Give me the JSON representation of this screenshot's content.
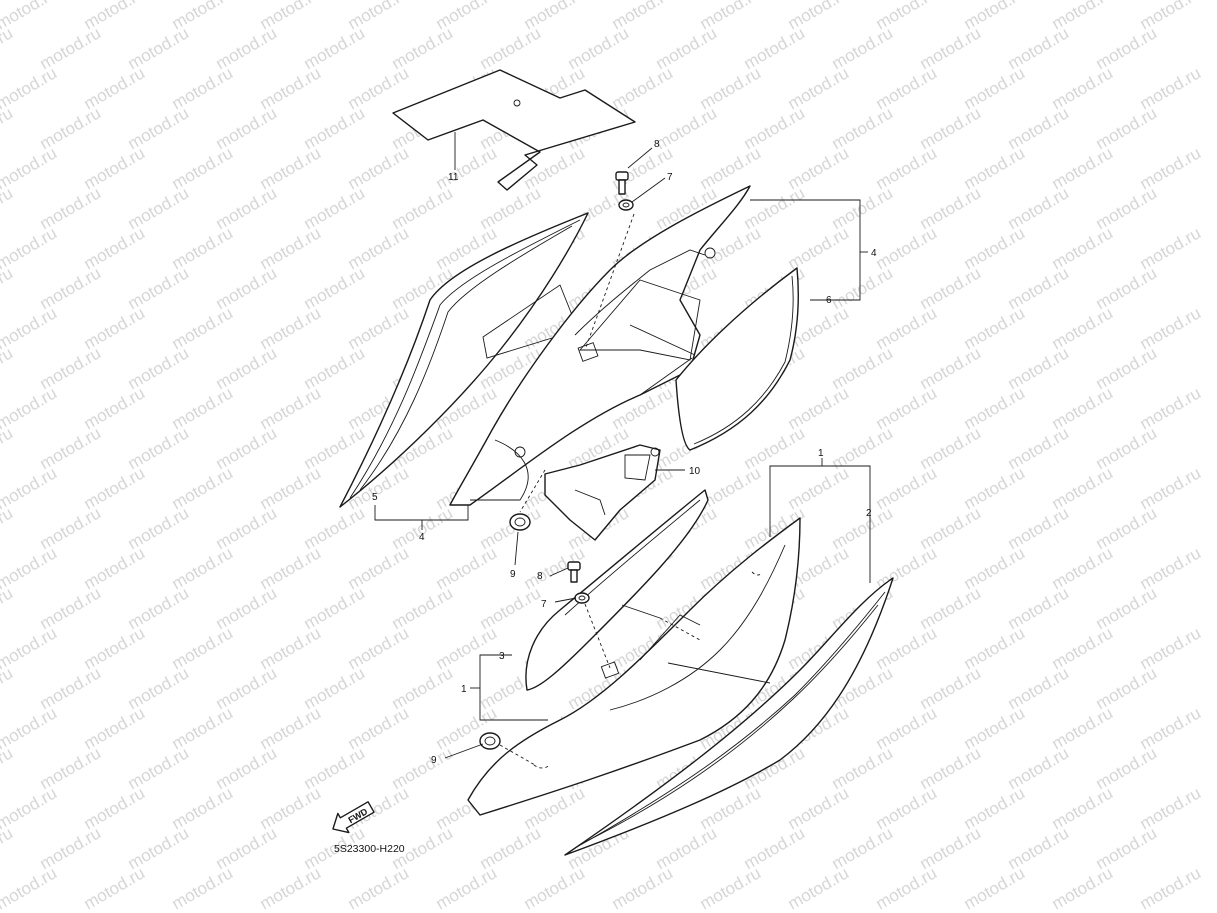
{
  "watermark": "motod.ru",
  "diagram_code": "5S23300-H220",
  "fwd_label": "FWD",
  "callouts": {
    "c1a": "1",
    "c1b": "1",
    "c2": "2",
    "c3": "3",
    "c4a": "4",
    "c4b": "4",
    "c5": "5",
    "c6": "6",
    "c7a": "7",
    "c7b": "7",
    "c8a": "8",
    "c8b": "8",
    "c9a": "9",
    "c9b": "9",
    "c10": "10",
    "c11": "11"
  }
}
